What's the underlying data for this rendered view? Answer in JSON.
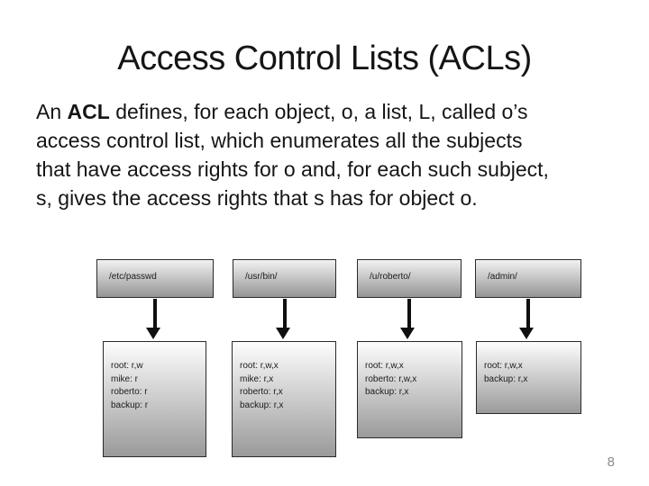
{
  "slide": {
    "title": "Access Control Lists (ACLs)",
    "page_number": "8"
  },
  "body": {
    "line1_pre": "An ",
    "line1_bold": "ACL",
    "line1_rest": " defines, for each object, o, a list, L, called o’s",
    "line2": "access control list, which enumerates all the subjects",
    "line3": "that have access rights for o and, for each such subject,",
    "line4": "s, gives the access rights that s has for object o."
  },
  "diagram": {
    "columns": [
      {
        "object": "/etc/passwd",
        "acl": [
          "root: r,w",
          "mike: r",
          "roberto: r",
          "backup: r"
        ]
      },
      {
        "object": "/usr/bin/",
        "acl": [
          "root: r,w,x",
          "mike: r,x",
          "roberto: r,x",
          "backup: r,x"
        ]
      },
      {
        "object": "/u/roberto/",
        "acl": [
          "root: r,w,x",
          "roberto: r,w,x",
          "backup: r,x"
        ]
      },
      {
        "object": "/admin/",
        "acl": [
          "root: r,w,x",
          "backup: r,x"
        ]
      }
    ]
  },
  "colors": {
    "object_box_gradient_top": "#f2f2f2",
    "object_box_gradient_bottom": "#949494",
    "acl_box_gradient_top": "#fdfdfd",
    "acl_box_gradient_bottom": "#9a9a9a",
    "box_border": "#2a2a2a",
    "arrow": "#101010",
    "text": "#151515",
    "page_number": "#8c8c8c"
  }
}
